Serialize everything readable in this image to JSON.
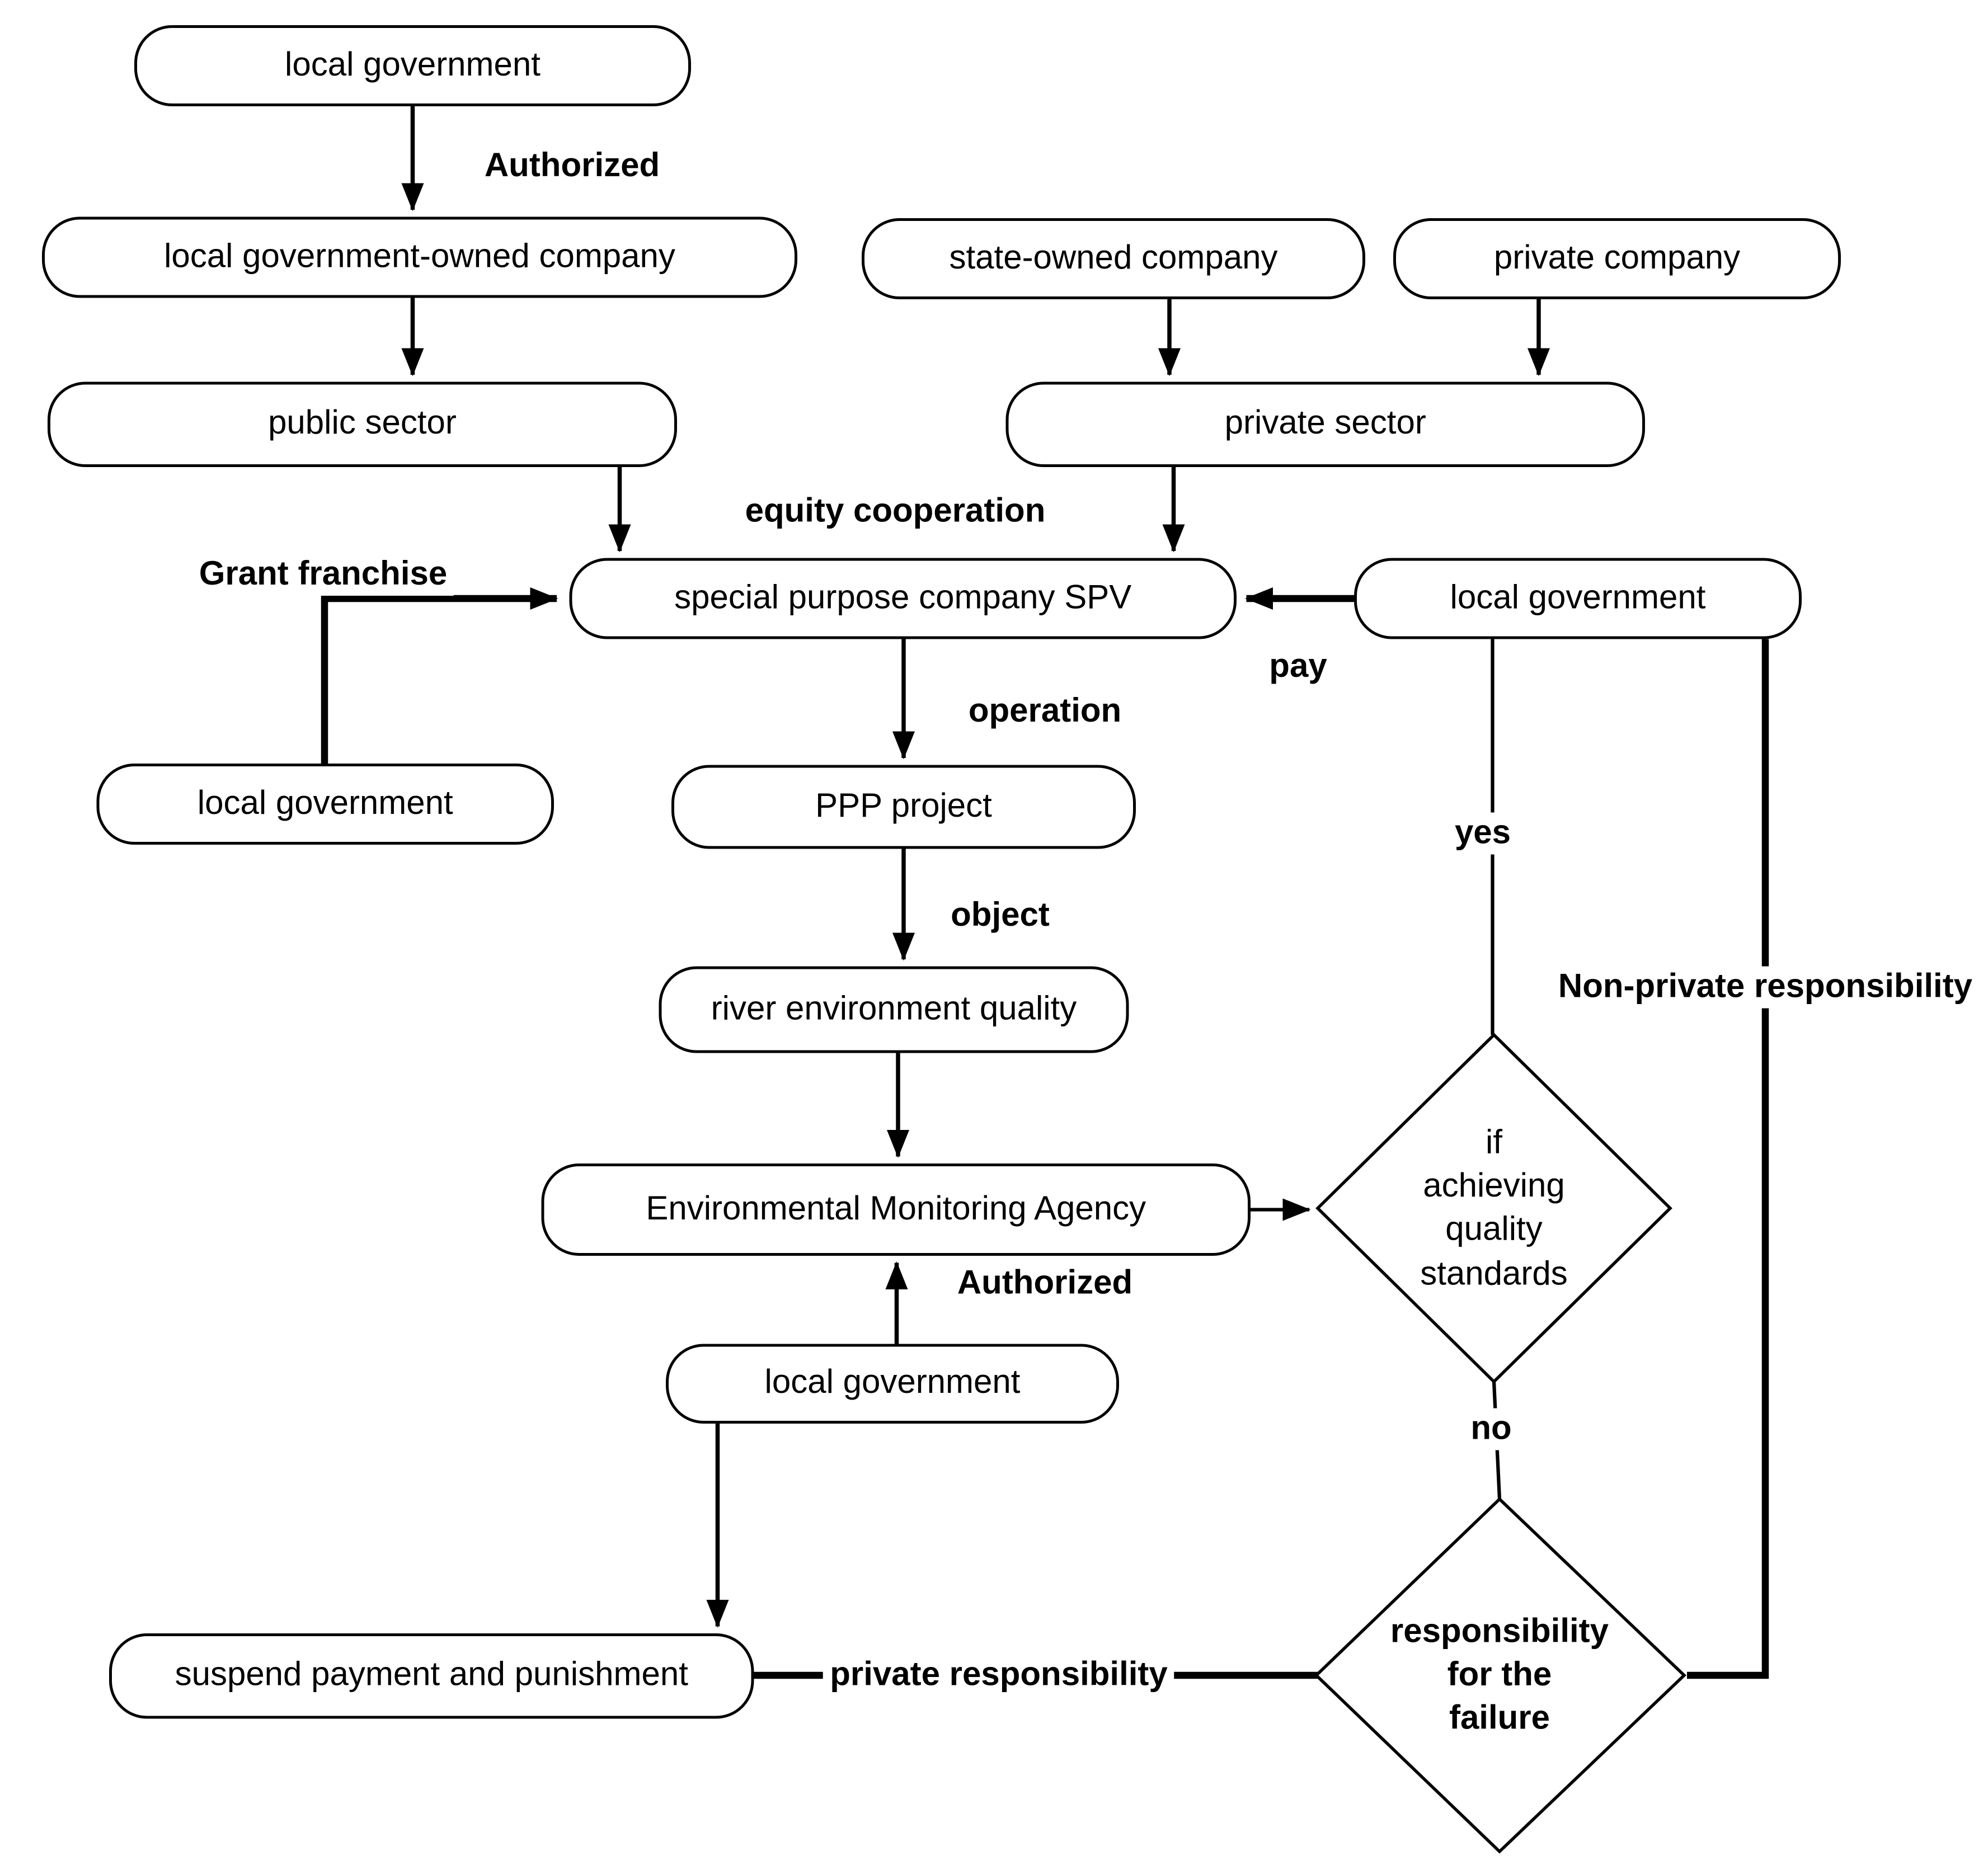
{
  "nodes": {
    "lg_top": {
      "label": "local government"
    },
    "lgoc": {
      "label": "local government-owned company"
    },
    "soc": {
      "label": "state-owned company"
    },
    "private_co": {
      "label": "private company"
    },
    "public_sec": {
      "label": "public sector"
    },
    "private_sec": {
      "label": "private sector"
    },
    "spv": {
      "label": "special purpose company SPV"
    },
    "lg_payer": {
      "label": "local government"
    },
    "lg_franchise": {
      "label": "local government"
    },
    "ppp": {
      "label": "PPP project"
    },
    "river": {
      "label": "river environment quality"
    },
    "ema": {
      "label": "Environmental Monitoring Agency"
    },
    "lg_auth": {
      "label": "local government"
    },
    "suspend": {
      "label": "suspend payment and punishment"
    }
  },
  "decisions": {
    "quality": {
      "label": "if\nachieving\nquality\nstandards"
    },
    "failure": {
      "label": "responsibility\nfor the\nfailure"
    }
  },
  "edge_labels": {
    "authorized_top": "Authorized",
    "equity": "equity cooperation",
    "grant": "Grant franchise",
    "pay": "pay",
    "operation": "operation",
    "object": "object",
    "yes": "yes",
    "non_private": "Non-private responsibility",
    "authorized_bottom": "Authorized",
    "no": "no",
    "private_resp": "private responsibility"
  },
  "colors": {
    "ink": "#000000",
    "background": "#ffffff"
  }
}
